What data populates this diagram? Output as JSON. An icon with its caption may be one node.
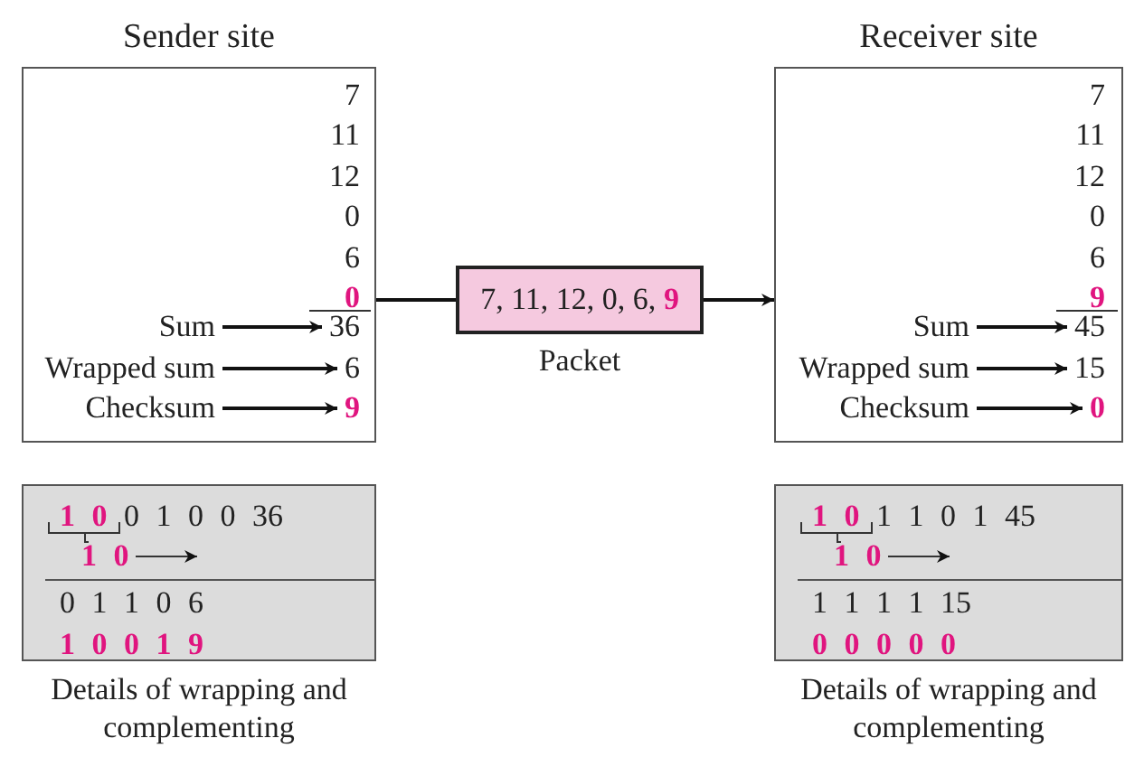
{
  "diagram": {
    "nodes": [
      {
        "text": [
          "Sender site"
        ]
      },
      {
        "text": [
          "7"
        ],
        "in": 0
      },
      {
        "text": [
          "11"
        ],
        "in": 0
      },
      {
        "text": [
          "12"
        ],
        "in": 0
      },
      {
        "text": [
          "0"
        ],
        "in": 0
      },
      {
        "text": [
          "6"
        ],
        "in": 0
      },
      {
        "text": [
          "0"
        ],
        "in": 0
      },
      {
        "text": [
          "Sum"
        ],
        "in": 0
      },
      {
        "text": [
          "36"
        ],
        "in": 0
      },
      {
        "text": [
          "Wrapped sum"
        ],
        "in": 0
      },
      {
        "text": [
          "6"
        ],
        "in": 0
      },
      {
        "text": [
          "Checksum"
        ],
        "in": 0
      },
      {
        "text": [
          "9"
        ],
        "in": 0
      },
      {
        "text": [
          "7, 11, 12, 0, 6, **9**"
        ],
        "beside": [
          "Packet"
        ]
      },
      {
        "text": [
          "Receiver site"
        ]
      },
      {
        "text": [
          "7"
        ],
        "in": 14
      },
      {
        "text": [
          "11"
        ],
        "in": 14
      },
      {
        "text": [
          "12"
        ],
        "in": 14
      },
      {
        "text": [
          "0"
        ],
        "in": 14
      },
      {
        "text": [
          "6"
        ],
        "in": 14
      },
      {
        "text": [
          "9"
        ],
        "in": 14
      },
      {
        "text": [
          "Sum"
        ],
        "in": 14
      },
      {
        "text": [
          "45"
        ],
        "in": 14
      },
      {
        "text": [
          "Wrapped sum"
        ],
        "in": 14
      },
      {
        "text": [
          "15"
        ],
        "in": 14
      },
      {
        "text": [
          "Checksum"
        ],
        "in": 14
      },
      {
        "text": [
          "0"
        ],
        "in": 14
      },
      {
        "text": [
          "**1 0** 0 1 0 0 36",
          "1 0",
          "0 1 1 0 6",
          "1 0 0 1 9"
        ],
        "beside": [
          "Details of wrapping and complementing"
        ]
      },
      {
        "text": [
          "**1 0** 1 1 0 1 45",
          "1 0",
          "1 1 1 1 15",
          "0 0 0 0 0"
        ],
        "beside": [
          "Details of wrapping and complementing"
        ]
      }
    ],
    "edges": [
      {
        "from": 7,
        "to": 8,
        "arrow": "to"
      },
      {
        "from": 9,
        "to": 10,
        "arrow": "to"
      },
      {
        "from": 11,
        "to": 12,
        "arrow": "to"
      },
      {
        "from": 0,
        "to": 13,
        "arrow": "none"
      },
      {
        "from": 13,
        "to": 14,
        "arrow": "to"
      },
      {
        "from": 21,
        "to": 22,
        "arrow": "to"
      },
      {
        "from": 23,
        "to": 24,
        "arrow": "to"
      },
      {
        "from": 25,
        "to": 26,
        "arrow": "to"
      }
    ]
  }
}
